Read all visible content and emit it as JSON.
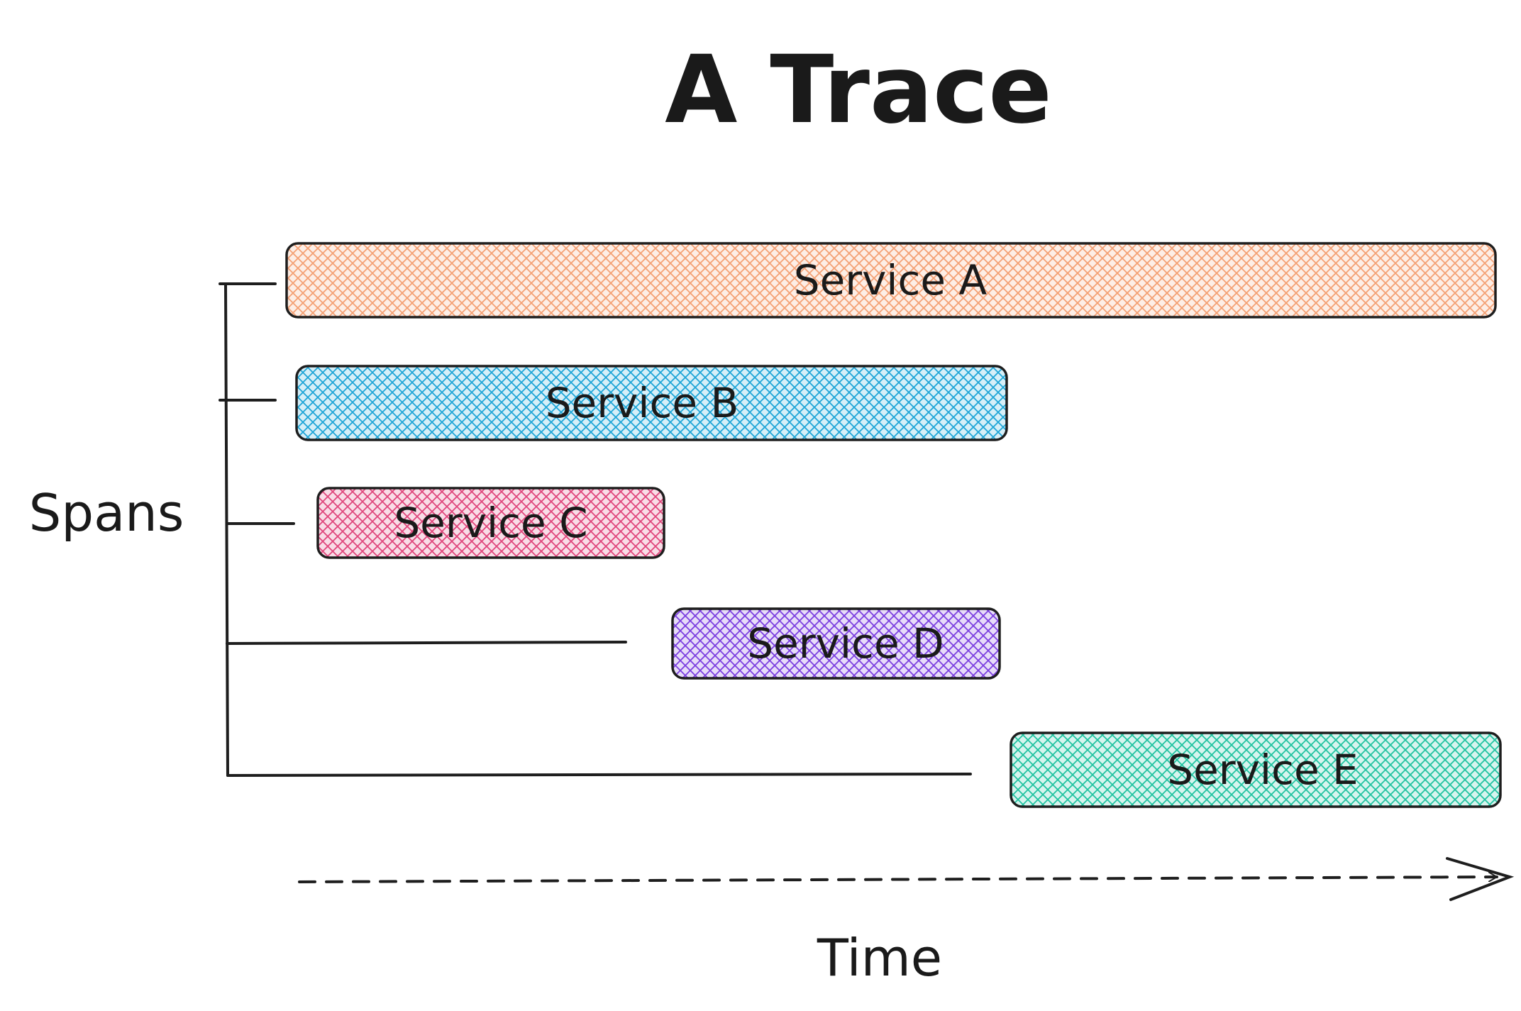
{
  "diagram": {
    "title": "A Trace",
    "y_label": "Spans",
    "x_label": "Time",
    "spans": [
      {
        "label": "Service A",
        "color": "#f4a074"
      },
      {
        "label": "Service B",
        "color": "#1ea5d6"
      },
      {
        "label": "Service C",
        "color": "#e0457b"
      },
      {
        "label": "Service D",
        "color": "#7b3fe0"
      },
      {
        "label": "Service E",
        "color": "#20c3a0"
      }
    ]
  }
}
